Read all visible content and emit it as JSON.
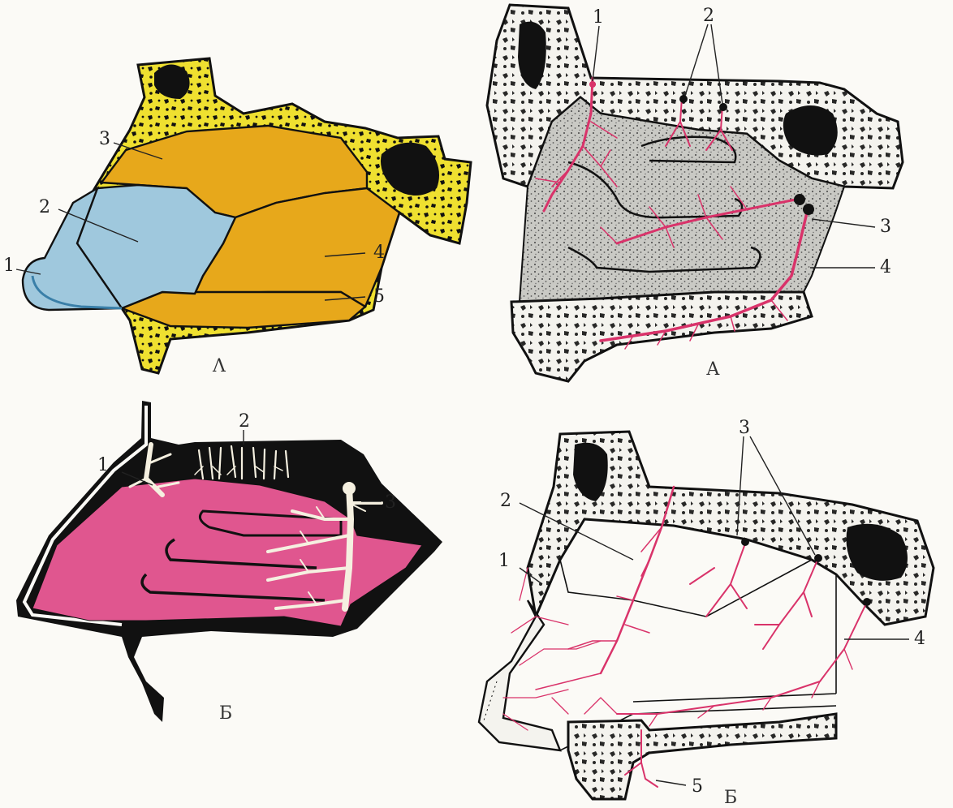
{
  "panel_captions": {
    "top_left": "Λ",
    "top_right": "А",
    "bottom_left": "Б",
    "bottom_right": "Б"
  },
  "panel_top_left": {
    "labels": [
      "1",
      "2",
      "3",
      "4",
      "5"
    ]
  },
  "panel_top_right": {
    "labels": [
      "1",
      "2",
      "3",
      "4"
    ]
  },
  "panel_bottom_left": {
    "labels": [
      "1",
      "2",
      "3"
    ]
  },
  "panel_bottom_right": {
    "labels": [
      "1",
      "2",
      "3",
      "4",
      "5"
    ]
  },
  "colors": {
    "bone_yellow": "#efe030",
    "region_orange": "#e7a81b",
    "region_blue": "#9fc8dd",
    "mucosa_pink": "#e0568f",
    "vessel_pink": "#d9336a",
    "mucosa_gray": "#bdbdb8"
  }
}
